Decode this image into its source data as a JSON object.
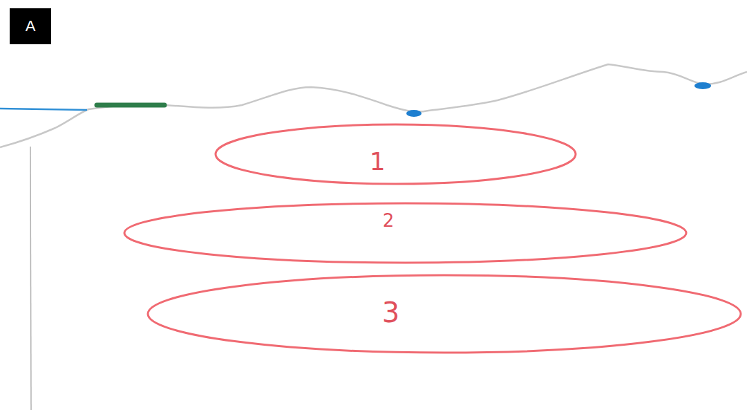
{
  "diagram": {
    "nodes": [
      {
        "text": [
          "1"
        ]
      },
      {
        "text": [
          "2"
        ]
      },
      {
        "text": [
          "3"
        ]
      }
    ],
    "labels": [
      "A"
    ]
  }
}
